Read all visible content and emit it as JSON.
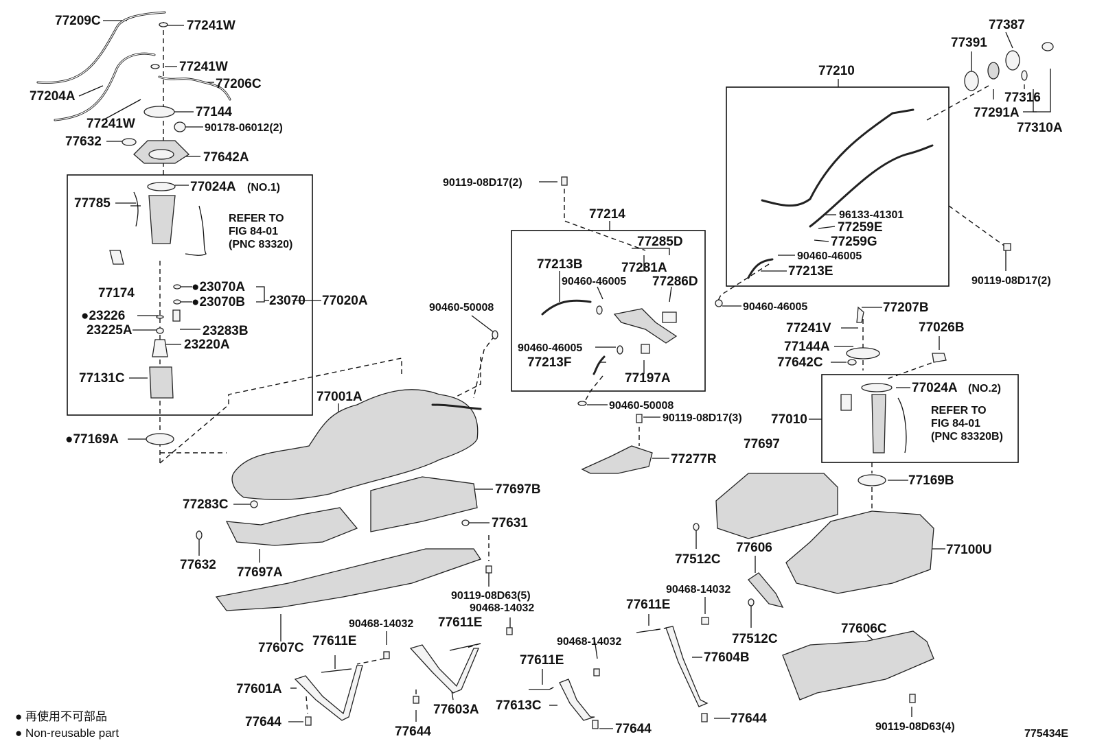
{
  "callouts": [
    {
      "id": "77209C",
      "text": "77209C"
    },
    {
      "id": "77241W_1",
      "text": "77241W"
    },
    {
      "id": "77241W_2",
      "text": "77241W"
    },
    {
      "id": "77204A",
      "text": "77204A"
    },
    {
      "id": "77206C",
      "text": "77206C"
    },
    {
      "id": "77144",
      "text": "77144"
    },
    {
      "id": "77241W_3",
      "text": "77241W"
    },
    {
      "id": "90178",
      "text": "90178-06012(2)"
    },
    {
      "id": "77632_top",
      "text": "77632"
    },
    {
      "id": "77642A",
      "text": "77642A"
    },
    {
      "id": "77024A_1",
      "text": "77024A"
    },
    {
      "id": "77024A_1_no",
      "text": "(NO.1)"
    },
    {
      "id": "77785",
      "text": "77785"
    },
    {
      "id": "ref1_l1",
      "text": "REFER TO"
    },
    {
      "id": "ref1_l2",
      "text": "FIG 84-01"
    },
    {
      "id": "ref1_l3",
      "text": "(PNC 83320)"
    },
    {
      "id": "77174",
      "text": "77174"
    },
    {
      "id": "23070A",
      "text": "●23070A"
    },
    {
      "id": "23070B",
      "text": "●23070B"
    },
    {
      "id": "23070",
      "text": "23070"
    },
    {
      "id": "77020A",
      "text": "77020A"
    },
    {
      "id": "23226",
      "text": "●23226"
    },
    {
      "id": "23225A",
      "text": "23225A"
    },
    {
      "id": "23283B",
      "text": "23283B"
    },
    {
      "id": "23220A",
      "text": "23220A"
    },
    {
      "id": "77131C",
      "text": "77131C"
    },
    {
      "id": "77169A",
      "text": "●77169A"
    },
    {
      "id": "90119_08D17_2a",
      "text": "90119-08D17(2)"
    },
    {
      "id": "77214",
      "text": "77214"
    },
    {
      "id": "77285D",
      "text": "77285D"
    },
    {
      "id": "77213B",
      "text": "77213B"
    },
    {
      "id": "77281A",
      "text": "77281A"
    },
    {
      "id": "90460_46005_a",
      "text": "90460-46005"
    },
    {
      "id": "77286D",
      "text": "77286D"
    },
    {
      "id": "90460_50008_a",
      "text": "90460-50008"
    },
    {
      "id": "90460_46005_b",
      "text": "90460-46005"
    },
    {
      "id": "77213F",
      "text": "77213F"
    },
    {
      "id": "77197A",
      "text": "77197A"
    },
    {
      "id": "90460_50008_b",
      "text": "90460-50008"
    },
    {
      "id": "90119_08D17_3",
      "text": "90119-08D17(3)"
    },
    {
      "id": "77277R",
      "text": "77277R"
    },
    {
      "id": "77001A",
      "text": "77001A"
    },
    {
      "id": "77697B",
      "text": "77697B"
    },
    {
      "id": "77283C",
      "text": "77283C"
    },
    {
      "id": "77631",
      "text": "77631"
    },
    {
      "id": "77632_mid",
      "text": "77632"
    },
    {
      "id": "77697A",
      "text": "77697A"
    },
    {
      "id": "90119_08D63_5",
      "text": "90119-08D63(5)"
    },
    {
      "id": "90468_14032_a",
      "text": "90468-14032"
    },
    {
      "id": "77607C",
      "text": "77607C"
    },
    {
      "id": "77611E_a",
      "text": "77611E"
    },
    {
      "id": "77611E_b",
      "text": "77611E"
    },
    {
      "id": "90468_14032_b",
      "text": "90468-14032"
    },
    {
      "id": "77601A",
      "text": "77601A"
    },
    {
      "id": "77603A",
      "text": "77603A"
    },
    {
      "id": "77644_a",
      "text": "77644"
    },
    {
      "id": "77644_b",
      "text": "77644"
    },
    {
      "id": "77611E_c",
      "text": "77611E"
    },
    {
      "id": "90468_14032_c",
      "text": "90468-14032"
    },
    {
      "id": "77613C",
      "text": "77613C"
    },
    {
      "id": "77644_c",
      "text": "77644"
    },
    {
      "id": "90468_14032_d",
      "text": "90468-14032"
    },
    {
      "id": "77611E_d",
      "text": "77611E"
    },
    {
      "id": "77604B",
      "text": "77604B"
    },
    {
      "id": "77644_d",
      "text": "77644"
    },
    {
      "id": "77210",
      "text": "77210"
    },
    {
      "id": "77391",
      "text": "77391"
    },
    {
      "id": "77387",
      "text": "77387"
    },
    {
      "id": "77316",
      "text": "77316"
    },
    {
      "id": "77291A",
      "text": "77291A"
    },
    {
      "id": "77310A",
      "text": "77310A"
    },
    {
      "id": "96133",
      "text": "96133-41301"
    },
    {
      "id": "77259E",
      "text": "77259E"
    },
    {
      "id": "77259G",
      "text": "77259G"
    },
    {
      "id": "90460_46005_c",
      "text": "90460-46005"
    },
    {
      "id": "77213E",
      "text": "77213E"
    },
    {
      "id": "90119_08D17_2b",
      "text": "90119-08D17(2)"
    },
    {
      "id": "90460_46005_d",
      "text": "90460-46005"
    },
    {
      "id": "77207B",
      "text": "77207B"
    },
    {
      "id": "77241V",
      "text": "77241V"
    },
    {
      "id": "77026B",
      "text": "77026B"
    },
    {
      "id": "77144A",
      "text": "77144A"
    },
    {
      "id": "77642C",
      "text": "77642C"
    },
    {
      "id": "77024A_2",
      "text": "77024A"
    },
    {
      "id": "77024A_2_no",
      "text": "(NO.2)"
    },
    {
      "id": "77010",
      "text": "77010"
    },
    {
      "id": "ref2_l1",
      "text": "REFER TO"
    },
    {
      "id": "ref2_l2",
      "text": "FIG 84-01"
    },
    {
      "id": "ref2_l3",
      "text": "(PNC 83320B)"
    },
    {
      "id": "77697",
      "text": "77697"
    },
    {
      "id": "77169B",
      "text": "77169B"
    },
    {
      "id": "77512C_a",
      "text": "77512C"
    },
    {
      "id": "77606",
      "text": "77606"
    },
    {
      "id": "77100U",
      "text": "77100U"
    },
    {
      "id": "77512C_b",
      "text": "77512C"
    },
    {
      "id": "77606C",
      "text": "77606C"
    },
    {
      "id": "90119_08D63_4",
      "text": "90119-08D63(4)"
    }
  ],
  "legend": {
    "jp": "● 再使用不可部品",
    "en": "● Non-reusable part"
  },
  "figure_code": "775434E"
}
